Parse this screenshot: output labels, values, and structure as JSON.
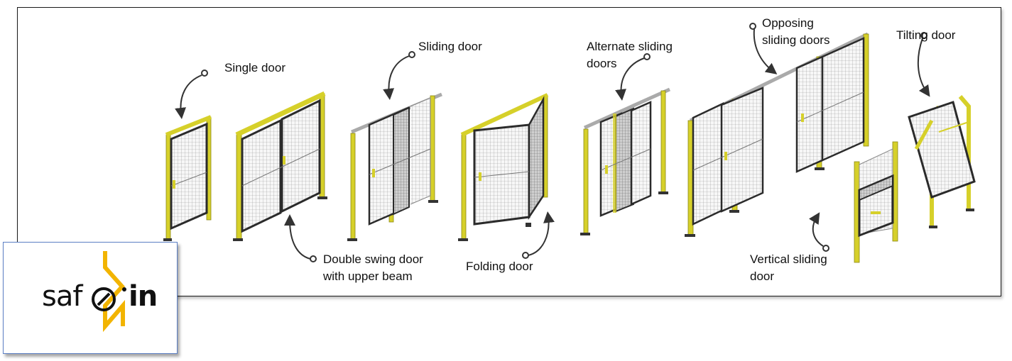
{
  "labels": {
    "single_door": "Single door",
    "double_swing_line1": "Double swing door",
    "double_swing_line2": "with upper beam",
    "sliding_door": "Sliding  door",
    "folding_door": "Folding door",
    "alternate_line1": "Alternate sliding",
    "alternate_line2": "doors",
    "opposing_line1": "Opposing",
    "opposing_line2": "sliding doors",
    "vertical_line1": "Vertical sliding",
    "vertical_line2": "door",
    "tilting_door": "Tilting door"
  },
  "logo": {
    "text_left": "saf",
    "text_right": "in"
  },
  "colors": {
    "frame_yellow": "#d6d02a",
    "door_dark": "#2b2b2b",
    "mesh": "#8a8a8a",
    "logo_arrow": "#f2b400",
    "logo_border": "#5b7fc4"
  }
}
